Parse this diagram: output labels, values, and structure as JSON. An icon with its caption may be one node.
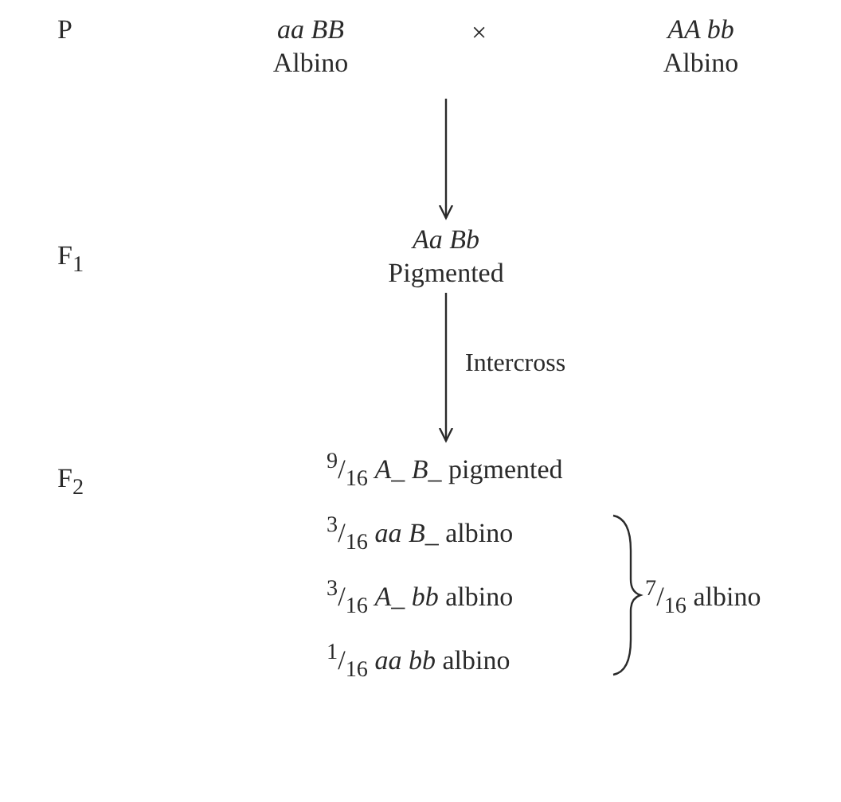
{
  "diagram": {
    "nodes": [
      {
        "text": [
          "*aa BB*",
          "Albino"
        ]
      },
      {
        "text": [
          "*AA bb*",
          "Albino"
        ]
      },
      {
        "text": [
          "*Aa Bb*",
          "Pigmented"
        ]
      },
      {
        "text": [
          "$^{9}$/$_{16}$ *A_ B_* pigmented"
        ]
      },
      {
        "text": [
          "$^{3}$/$_{16}$ *aa B_* albino"
        ]
      },
      {
        "text": [
          "$^{3}$/$_{16}$ *A_ bb* albino"
        ]
      },
      {
        "text": [
          "$^{1}$/$_{16}$ *aa bb* albino"
        ]
      }
    ],
    "edges": [
      {
        "from": null,
        "to": 2,
        "arrow": "to"
      },
      {
        "from": 2,
        "to": 3,
        "arrow": "to",
        "label": "Intercross"
      }
    ],
    "labels": [
      "P",
      "×",
      "F$_{1}$",
      "F$_{2}$",
      "$^{7}$/$_{16}$ albino"
    ]
  }
}
